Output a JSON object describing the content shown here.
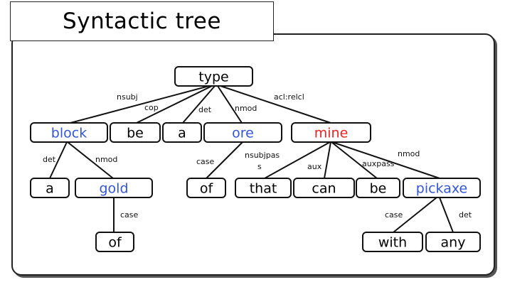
{
  "title": "Syntactic tree",
  "colors": {
    "normal": "#000000",
    "blue": "#3355dd",
    "red": "#ee2222"
  },
  "nodes": [
    {
      "id": "type",
      "label": "type",
      "color": "normal"
    },
    {
      "id": "block",
      "label": "block",
      "color": "blue"
    },
    {
      "id": "be1",
      "label": "be",
      "color": "normal"
    },
    {
      "id": "a1",
      "label": "a",
      "color": "normal"
    },
    {
      "id": "ore",
      "label": "ore",
      "color": "blue"
    },
    {
      "id": "mine",
      "label": "mine",
      "color": "red"
    },
    {
      "id": "a2",
      "label": "a",
      "color": "normal"
    },
    {
      "id": "gold",
      "label": "gold",
      "color": "blue"
    },
    {
      "id": "of1",
      "label": "of",
      "color": "normal"
    },
    {
      "id": "that",
      "label": "that",
      "color": "normal"
    },
    {
      "id": "can",
      "label": "can",
      "color": "normal"
    },
    {
      "id": "be2",
      "label": "be",
      "color": "normal"
    },
    {
      "id": "pickaxe",
      "label": "pickaxe",
      "color": "blue"
    },
    {
      "id": "of2",
      "label": "of",
      "color": "normal"
    },
    {
      "id": "with",
      "label": "with",
      "color": "normal"
    },
    {
      "id": "any",
      "label": "any",
      "color": "normal"
    }
  ],
  "edges": [
    {
      "from": "type",
      "to": "block",
      "label": "nsubj"
    },
    {
      "from": "type",
      "to": "be1",
      "label": "cop"
    },
    {
      "from": "type",
      "to": "a1",
      "label": "det"
    },
    {
      "from": "type",
      "to": "ore",
      "label": "nmod"
    },
    {
      "from": "type",
      "to": "mine",
      "label": "acl:relcl"
    },
    {
      "from": "block",
      "to": "a2",
      "label": "det"
    },
    {
      "from": "block",
      "to": "gold",
      "label": "nmod"
    },
    {
      "from": "gold",
      "to": "of2",
      "label": "case"
    },
    {
      "from": "ore",
      "to": "of1",
      "label": "case"
    },
    {
      "from": "mine",
      "to": "that",
      "label": "nsubjpass"
    },
    {
      "from": "mine",
      "to": "can",
      "label": "aux"
    },
    {
      "from": "mine",
      "to": "be2",
      "label": "auxpass"
    },
    {
      "from": "mine",
      "to": "pickaxe",
      "label": "nmod"
    },
    {
      "from": "pickaxe",
      "to": "with",
      "label": "case"
    },
    {
      "from": "pickaxe",
      "to": "any",
      "label": "det"
    }
  ]
}
